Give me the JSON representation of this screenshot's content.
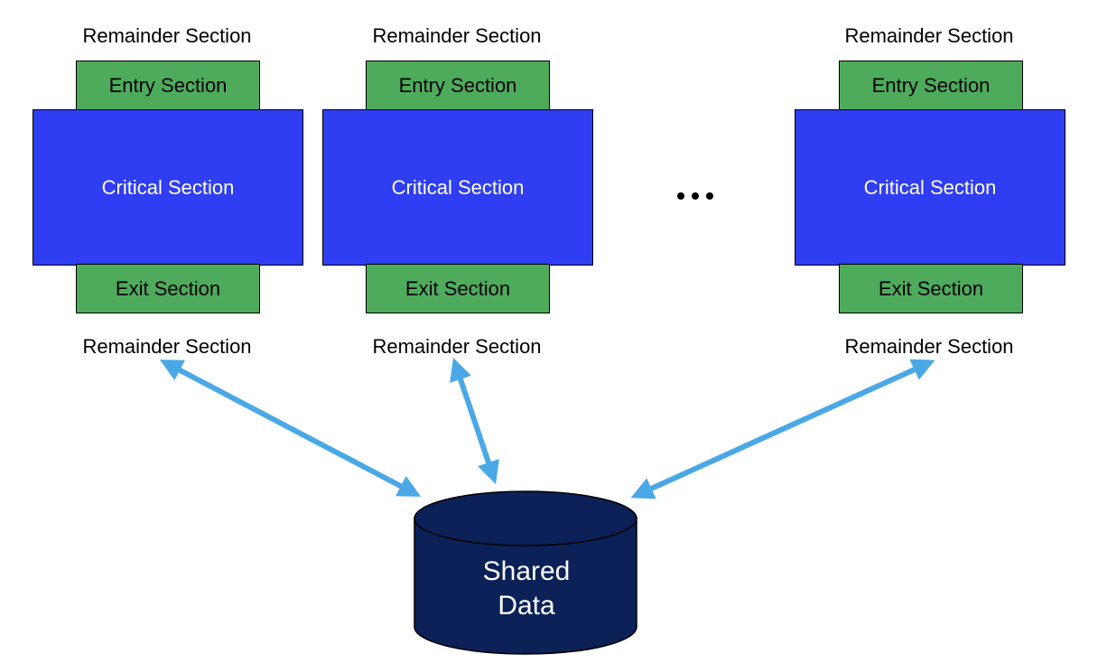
{
  "processes": [
    {
      "remainder_top": "Remainder Section",
      "entry": "Entry Section",
      "critical": "Critical Section",
      "exit": "Exit Section",
      "remainder_bottom": "Remainder Section"
    },
    {
      "remainder_top": "Remainder Section",
      "entry": "Entry Section",
      "critical": "Critical Section",
      "exit": "Exit Section",
      "remainder_bottom": "Remainder Section"
    },
    {
      "remainder_top": "Remainder Section",
      "entry": "Entry Section",
      "critical": "Critical Section",
      "exit": "Exit Section",
      "remainder_bottom": "Remainder Section"
    }
  ],
  "shared_data": {
    "line1": "Shared",
    "line2": "Data"
  },
  "colors": {
    "entry_exit": "#4eab5c",
    "critical": "#2f3ef2",
    "database": "#0b2157",
    "arrow": "#4aa8e6"
  }
}
